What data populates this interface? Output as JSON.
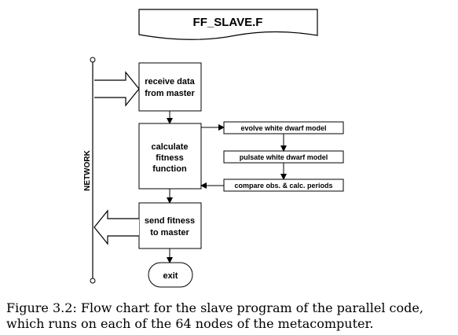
{
  "diagram": {
    "title": "FF_SLAVE.F",
    "network_label": "NETWORK",
    "receive": [
      "receive data",
      "from master"
    ],
    "calculate": [
      "calculate",
      "fitness",
      "function"
    ],
    "evolve": "evolve white dwarf model",
    "pulsate": "pulsate white dwarf model",
    "compare": "compare obs. & calc. periods",
    "send": [
      "send fitness",
      "to master"
    ],
    "exit": "exit"
  },
  "caption": "Figure 3.2: Flow chart for the slave program of the parallel code, which runs on each of the 64 nodes of the metacomputer."
}
